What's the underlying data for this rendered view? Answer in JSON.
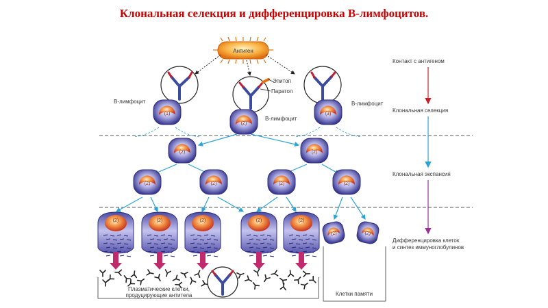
{
  "title": "Клональная селекция и дифференцировка В-лимфоцитов.",
  "labels": {
    "antigen": "Антиген",
    "epitope": "Эпитоп",
    "paratope": "Паратоп",
    "b_lymphocyte": "В-лимфоцит",
    "plasma_cells_line1": "Плазматические клетки,",
    "plasma_cells_line2": "продуцирующие антитела",
    "memory_cells": "Клетки памяти"
  },
  "stages": {
    "contact": "Контакт с антигеном",
    "selection": "Клональная селекция",
    "expansion": "Клональная экспансия",
    "differentiation_line1": "Дифференцировка клеток",
    "differentiation_line2": "и синтез иммуноглобулинов"
  },
  "cell_numbers": {
    "one": "(1)",
    "two": "(2)",
    "three": "(3)"
  },
  "colors": {
    "title": "#cc0000",
    "cell_outer": "#4b4aa0",
    "nucleus": "#e2582a",
    "arrow_contact": "#c8202a",
    "arrow_selection": "#2aa3d6",
    "arrow_differentiation": "#9a2f97",
    "plasma_arrow": "#c22a6e",
    "antigen": "#f0861c"
  }
}
